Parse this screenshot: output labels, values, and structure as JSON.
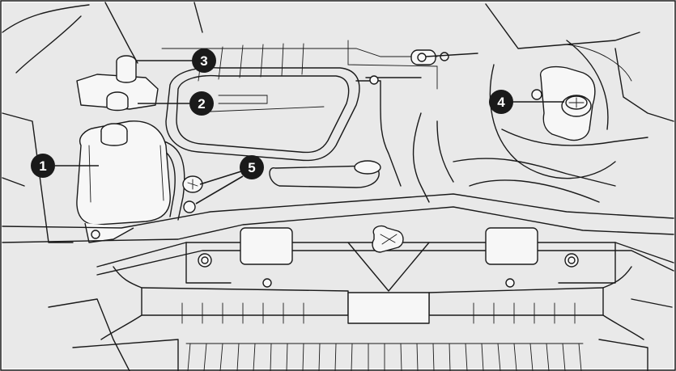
{
  "callouts": [
    {
      "id": "1",
      "label": "1"
    },
    {
      "id": "2",
      "label": "2"
    },
    {
      "id": "3",
      "label": "3"
    },
    {
      "id": "4",
      "label": "4"
    },
    {
      "id": "5",
      "label": "5"
    }
  ],
  "colors": {
    "background": "#e9e9e9",
    "line": "#1a1a1a",
    "callout_fill": "#1a1a1a",
    "callout_text": "#ffffff"
  }
}
